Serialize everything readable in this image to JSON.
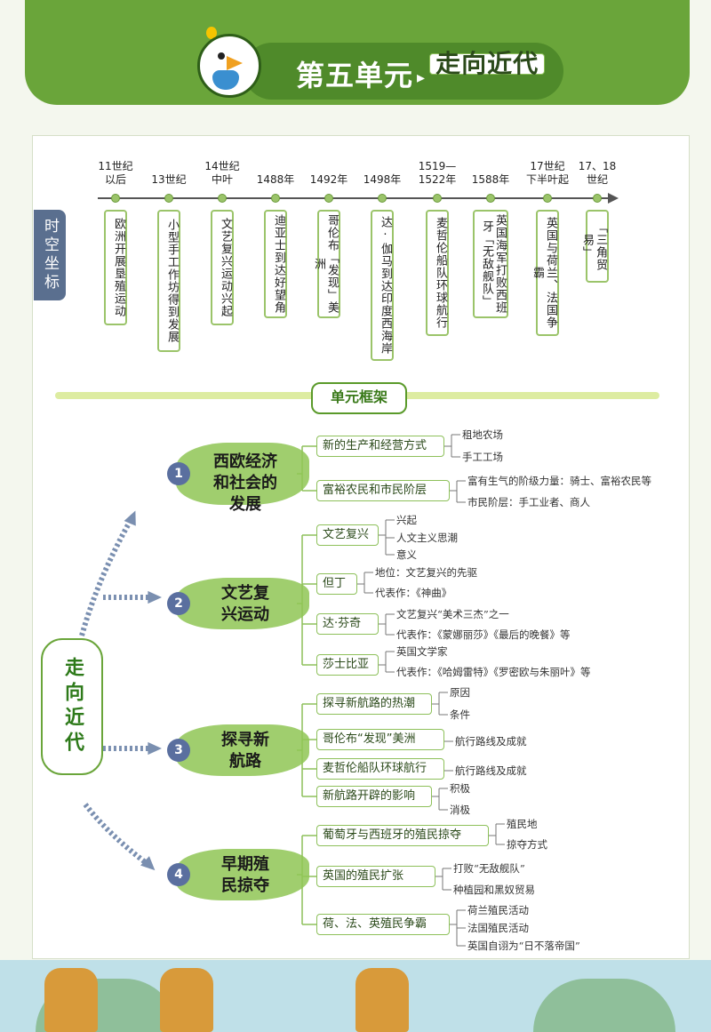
{
  "header": {
    "title_main": "第五单元",
    "separator": "▸",
    "title_sub": "走向近代"
  },
  "timeline": {
    "tab_label": "时空坐标",
    "events": [
      {
        "date": "11世纪以后",
        "event": "欧洲开展垦殖运动"
      },
      {
        "date": "13世纪",
        "event": "小型手工作坊得到发展"
      },
      {
        "date": "14世纪中叶",
        "event": "文艺复兴运动兴起"
      },
      {
        "date": "1488年",
        "event": "迪亚士到达好望角"
      },
      {
        "date": "1492年",
        "event": "哥伦布「发现」美洲"
      },
      {
        "date": "1498年",
        "event": "达·伽马到达印度西海岸"
      },
      {
        "date": "1519—1522年",
        "event": "麦哲伦船队环球航行"
      },
      {
        "date": "1588年",
        "event": "英国海军打败西班牙「无敌舰队」"
      },
      {
        "date": "17世纪下半叶起",
        "event": "英国与荷兰、法国争霸"
      },
      {
        "date": "17、18世纪",
        "event": "「三角贸易」"
      }
    ]
  },
  "framework": {
    "title": "单元框架",
    "root": "走向近代",
    "sections": [
      {
        "num": "1",
        "title": "西欧经济和社会的发展",
        "items": [
          {
            "label": "新的生产和经营方式",
            "leaves": [
              "租地农场",
              "手工工场"
            ]
          },
          {
            "label": "富裕农民和市民阶层",
            "leaves": [
              "富有生气的阶级力量：骑士、富裕农民等",
              "市民阶层：手工业者、商人"
            ]
          }
        ]
      },
      {
        "num": "2",
        "title": "文艺复兴运动",
        "items": [
          {
            "label": "文艺复兴",
            "leaves": [
              "兴起",
              "人文主义思潮",
              "意义"
            ]
          },
          {
            "label": "但丁",
            "leaves": [
              "地位：文艺复兴的先驱",
              "代表作：《神曲》"
            ]
          },
          {
            "label": "达·芬奇",
            "leaves": [
              "文艺复兴“美术三杰”之一",
              "代表作：《蒙娜丽莎》《最后的晚餐》等"
            ]
          },
          {
            "label": "莎士比亚",
            "leaves": [
              "英国文学家",
              "代表作：《哈姆雷特》《罗密欧与朱丽叶》等"
            ]
          }
        ]
      },
      {
        "num": "3",
        "title": "探寻新航路",
        "items": [
          {
            "label": "探寻新航路的热潮",
            "leaves": [
              "原因",
              "条件"
            ]
          },
          {
            "label": "哥伦布“发现”美洲",
            "leaves": [
              "航行路线及成就"
            ]
          },
          {
            "label": "麦哲伦船队环球航行",
            "leaves": [
              "航行路线及成就"
            ]
          },
          {
            "label": "新航路开辟的影响",
            "leaves": [
              "积极",
              "消极"
            ]
          }
        ]
      },
      {
        "num": "4",
        "title": "早期殖民掠夺",
        "items": [
          {
            "label": "葡萄牙与西班牙的殖民掠夺",
            "leaves": [
              "殖民地",
              "掠夺方式"
            ]
          },
          {
            "label": "英国的殖民扩张",
            "leaves": [
              "打败“无敌舰队”",
              "种植园和黑奴贸易"
            ]
          },
          {
            "label": "荷、法、英殖民争霸",
            "leaves": [
              "荷兰殖民活动",
              "法国殖民活动",
              "英国自诩为“日不落帝国”"
            ]
          }
        ]
      }
    ]
  },
  "colors": {
    "header_green": "#6aa53a",
    "accent_green": "#8dc05a",
    "tab_slate": "#5a6f8f"
  }
}
